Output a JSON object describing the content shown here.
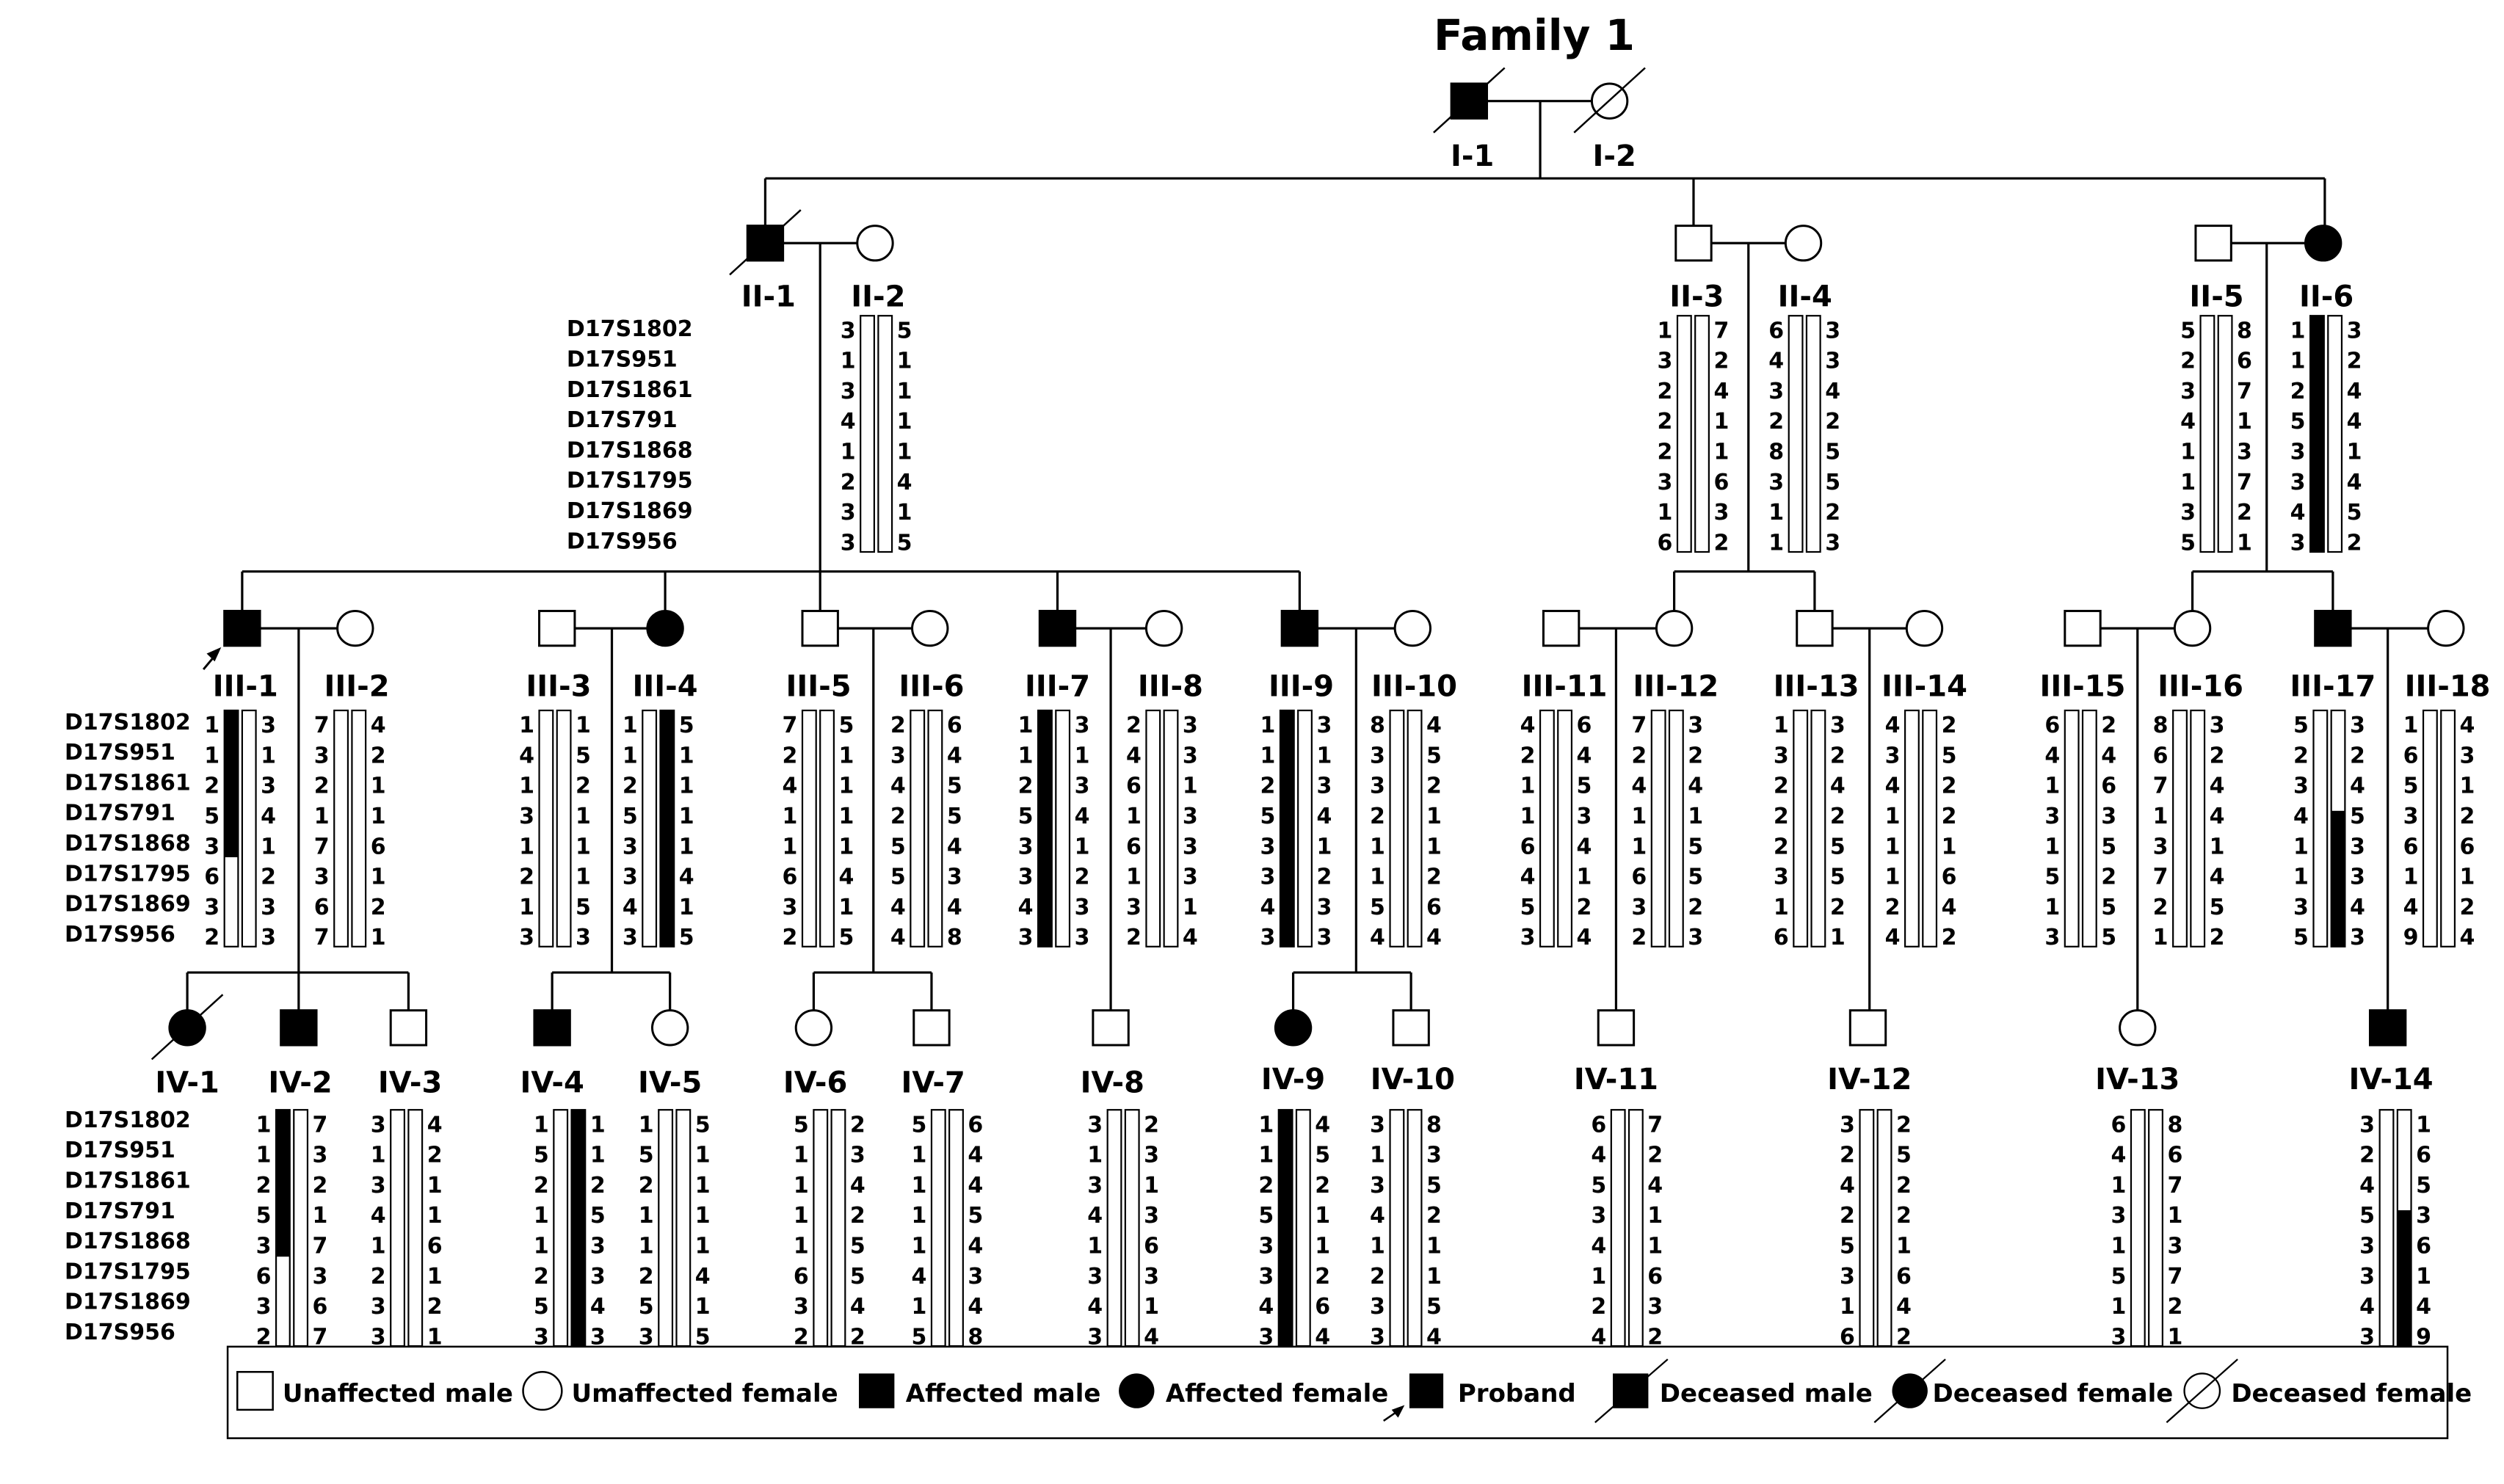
{
  "title": "Family 1",
  "markers": [
    "D17S1802",
    "D17S951",
    "D17S1861",
    "D17S791",
    "D17S1868",
    "D17S1795",
    "D17S1869",
    "D17S956"
  ],
  "individuals": [
    {
      "id": "I-1",
      "sex": "male",
      "affected": true,
      "deceased": true
    },
    {
      "id": "I-2",
      "sex": "female",
      "affected": false,
      "deceased": true
    },
    {
      "id": "II-1",
      "sex": "male",
      "affected": true,
      "deceased": true
    },
    {
      "id": "II-2",
      "sex": "female",
      "affected": false,
      "haplotypes": [
        [
          "3",
          "1",
          "3",
          "4",
          "1",
          "2",
          "3",
          "3"
        ],
        [
          "5",
          "1",
          "1",
          "1",
          "1",
          "4",
          "1",
          "5"
        ]
      ]
    },
    {
      "id": "II-3",
      "sex": "male",
      "affected": false,
      "haplotypes": [
        [
          "1",
          "3",
          "2",
          "2",
          "2",
          "3",
          "1",
          "6"
        ],
        [
          "7",
          "2",
          "4",
          "1",
          "1",
          "6",
          "3",
          "2"
        ]
      ]
    },
    {
      "id": "II-4",
      "sex": "female",
      "affected": false,
      "haplotypes": [
        [
          "6",
          "4",
          "3",
          "2",
          "8",
          "3",
          "1",
          "1"
        ],
        [
          "3",
          "3",
          "4",
          "2",
          "5",
          "5",
          "2",
          "3"
        ]
      ]
    },
    {
      "id": "II-5",
      "sex": "male",
      "affected": false,
      "haplotypes": [
        [
          "5",
          "2",
          "3",
          "4",
          "1",
          "1",
          "3",
          "5"
        ],
        [
          "8",
          "6",
          "7",
          "1",
          "3",
          "7",
          "2",
          "1"
        ]
      ]
    },
    {
      "id": "II-6",
      "sex": "female",
      "affected": true,
      "haplotypes": [
        [
          "1",
          "1",
          "2",
          "5",
          "3",
          "3",
          "4",
          "3"
        ],
        [
          "3",
          "2",
          "4",
          "4",
          "1",
          "4",
          "5",
          "2"
        ]
      ]
    },
    {
      "id": "III-1",
      "sex": "male",
      "affected": true,
      "proband": true,
      "haplotypes": [
        [
          "1",
          "1",
          "2",
          "5",
          "3",
          "6",
          "3",
          "2"
        ],
        [
          "3",
          "1",
          "3",
          "4",
          "1",
          "2",
          "3",
          "3"
        ]
      ]
    },
    {
      "id": "III-2",
      "sex": "female",
      "affected": false,
      "haplotypes": [
        [
          "7",
          "3",
          "2",
          "1",
          "7",
          "3",
          "6",
          "7"
        ],
        [
          "4",
          "2",
          "1",
          "1",
          "6",
          "1",
          "2",
          "1"
        ]
      ]
    },
    {
      "id": "III-3",
      "sex": "male",
      "affected": false,
      "haplotypes": [
        [
          "1",
          "4",
          "1",
          "3",
          "1",
          "2",
          "1",
          "3"
        ],
        [
          "1",
          "5",
          "2",
          "1",
          "1",
          "1",
          "5",
          "3"
        ]
      ]
    },
    {
      "id": "III-4",
      "sex": "female",
      "affected": true,
      "haplotypes": [
        [
          "1",
          "1",
          "2",
          "5",
          "3",
          "3",
          "4",
          "3"
        ],
        [
          "5",
          "1",
          "1",
          "1",
          "1",
          "4",
          "1",
          "5"
        ]
      ]
    },
    {
      "id": "III-5",
      "sex": "male",
      "affected": false,
      "haplotypes": [
        [
          "7",
          "2",
          "4",
          "1",
          "1",
          "6",
          "3",
          "2"
        ],
        [
          "5",
          "1",
          "1",
          "1",
          "1",
          "4",
          "1",
          "5"
        ]
      ]
    },
    {
      "id": "III-6",
      "sex": "female",
      "affected": false,
      "haplotypes": [
        [
          "2",
          "3",
          "4",
          "2",
          "5",
          "5",
          "4",
          "4"
        ],
        [
          "6",
          "4",
          "5",
          "5",
          "4",
          "3",
          "4",
          "8"
        ]
      ]
    },
    {
      "id": "III-7",
      "sex": "male",
      "affected": true,
      "haplotypes": [
        [
          "1",
          "1",
          "2",
          "5",
          "3",
          "3",
          "4",
          "3"
        ],
        [
          "3",
          "1",
          "3",
          "4",
          "1",
          "2",
          "3",
          "3"
        ]
      ]
    },
    {
      "id": "III-8",
      "sex": "female",
      "affected": false,
      "haplotypes": [
        [
          "2",
          "4",
          "6",
          "1",
          "6",
          "1",
          "3",
          "2"
        ],
        [
          "3",
          "3",
          "1",
          "3",
          "3",
          "3",
          "1",
          "4"
        ]
      ]
    },
    {
      "id": "III-9",
      "sex": "male",
      "affected": true,
      "haplotypes": [
        [
          "1",
          "1",
          "2",
          "5",
          "3",
          "3",
          "4",
          "3"
        ],
        [
          "3",
          "1",
          "3",
          "4",
          "1",
          "2",
          "3",
          "3"
        ]
      ]
    },
    {
      "id": "III-10",
      "sex": "female",
      "affected": false,
      "haplotypes": [
        [
          "8",
          "3",
          "3",
          "2",
          "1",
          "1",
          "5",
          "4"
        ],
        [
          "4",
          "5",
          "2",
          "1",
          "1",
          "2",
          "6",
          "4"
        ]
      ]
    },
    {
      "id": "III-11",
      "sex": "male",
      "affected": false,
      "haplotypes": [
        [
          "4",
          "2",
          "1",
          "1",
          "6",
          "4",
          "5",
          "3"
        ],
        [
          "6",
          "4",
          "5",
          "3",
          "4",
          "1",
          "2",
          "4"
        ]
      ]
    },
    {
      "id": "III-12",
      "sex": "female",
      "affected": false,
      "haplotypes": [
        [
          "7",
          "2",
          "4",
          "1",
          "1",
          "6",
          "3",
          "2"
        ],
        [
          "3",
          "2",
          "4",
          "1",
          "5",
          "5",
          "2",
          "3"
        ]
      ]
    },
    {
      "id": "III-13",
      "sex": "male",
      "affected": false,
      "haplotypes": [
        [
          "1",
          "3",
          "2",
          "2",
          "2",
          "3",
          "1",
          "6"
        ],
        [
          "3",
          "2",
          "4",
          "2",
          "5",
          "5",
          "2",
          "1"
        ]
      ]
    },
    {
      "id": "III-14",
      "sex": "female",
      "affected": false,
      "haplotypes": [
        [
          "4",
          "3",
          "4",
          "1",
          "1",
          "1",
          "2",
          "4"
        ],
        [
          "2",
          "5",
          "2",
          "2",
          "1",
          "6",
          "4",
          "2"
        ]
      ]
    },
    {
      "id": "III-15",
      "sex": "male",
      "affected": false,
      "haplotypes": [
        [
          "6",
          "4",
          "1",
          "3",
          "1",
          "5",
          "1",
          "3"
        ],
        [
          "2",
          "4",
          "6",
          "3",
          "5",
          "2",
          "5",
          "5"
        ]
      ]
    },
    {
      "id": "III-16",
      "sex": "female",
      "affected": false,
      "haplotypes": [
        [
          "8",
          "6",
          "7",
          "1",
          "3",
          "7",
          "2",
          "1"
        ],
        [
          "3",
          "2",
          "4",
          "4",
          "1",
          "4",
          "5",
          "2"
        ]
      ]
    },
    {
      "id": "III-17",
      "sex": "male",
      "affected": true,
      "haplotypes": [
        [
          "5",
          "2",
          "3",
          "4",
          "1",
          "1",
          "3",
          "5"
        ],
        [
          "3",
          "2",
          "4",
          "5",
          "3",
          "3",
          "4",
          "3"
        ]
      ]
    },
    {
      "id": "III-18",
      "sex": "female",
      "affected": false,
      "haplotypes": [
        [
          "1",
          "6",
          "5",
          "3",
          "6",
          "1",
          "4",
          "9"
        ],
        [
          "4",
          "3",
          "1",
          "2",
          "6",
          "1",
          "2",
          "4"
        ]
      ]
    },
    {
      "id": "IV-1",
      "sex": "female",
      "affected": true,
      "deceased": true
    },
    {
      "id": "IV-2",
      "sex": "male",
      "affected": true,
      "haplotypes": [
        [
          "1",
          "1",
          "2",
          "5",
          "3",
          "6",
          "3",
          "2"
        ],
        [
          "7",
          "3",
          "2",
          "1",
          "7",
          "3",
          "6",
          "7"
        ]
      ]
    },
    {
      "id": "IV-3",
      "sex": "male",
      "affected": false,
      "haplotypes": [
        [
          "3",
          "1",
          "3",
          "4",
          "1",
          "2",
          "3",
          "3"
        ],
        [
          "4",
          "2",
          "1",
          "1",
          "6",
          "1",
          "2",
          "1"
        ]
      ]
    },
    {
      "id": "IV-4",
      "sex": "male",
      "affected": true,
      "haplotypes": [
        [
          "1",
          "5",
          "2",
          "1",
          "1",
          "2",
          "5",
          "3"
        ],
        [
          "1",
          "1",
          "2",
          "5",
          "3",
          "3",
          "4",
          "3"
        ]
      ]
    },
    {
      "id": "IV-5",
      "sex": "female",
      "affected": false,
      "haplotypes": [
        [
          "1",
          "5",
          "2",
          "1",
          "1",
          "2",
          "5",
          "3"
        ],
        [
          "5",
          "1",
          "1",
          "1",
          "1",
          "4",
          "1",
          "5"
        ]
      ]
    },
    {
      "id": "IV-6",
      "sex": "female",
      "affected": false,
      "haplotypes": [
        [
          "5",
          "1",
          "1",
          "1",
          "1",
          "6",
          "3",
          "2"
        ],
        [
          "2",
          "3",
          "4",
          "2",
          "5",
          "5",
          "4",
          "2"
        ]
      ]
    },
    {
      "id": "IV-7",
      "sex": "male",
      "affected": false,
      "haplotypes": [
        [
          "5",
          "1",
          "1",
          "1",
          "1",
          "4",
          "1",
          "5"
        ],
        [
          "6",
          "4",
          "4",
          "5",
          "4",
          "3",
          "4",
          "8"
        ]
      ]
    },
    {
      "id": "IV-8",
      "sex": "male",
      "affected": false,
      "haplotypes": [
        [
          "3",
          "1",
          "3",
          "4",
          "1",
          "3",
          "4",
          "3"
        ],
        [
          "2",
          "3",
          "1",
          "3",
          "6",
          "3",
          "1",
          "4"
        ]
      ]
    },
    {
      "id": "IV-9",
      "sex": "female",
      "affected": true,
      "haplotypes": [
        [
          "1",
          "1",
          "2",
          "5",
          "3",
          "3",
          "4",
          "3"
        ],
        [
          "4",
          "5",
          "2",
          "1",
          "1",
          "2",
          "6",
          "4"
        ]
      ]
    },
    {
      "id": "IV-10",
      "sex": "male",
      "affected": false,
      "haplotypes": [
        [
          "3",
          "1",
          "3",
          "4",
          "1",
          "2",
          "3",
          "3"
        ],
        [
          "8",
          "3",
          "5",
          "2",
          "1",
          "1",
          "5",
          "4"
        ]
      ]
    },
    {
      "id": "IV-11",
      "sex": "male",
      "affected": false,
      "haplotypes": [
        [
          "6",
          "4",
          "5",
          "3",
          "4",
          "1",
          "2",
          "4"
        ],
        [
          "7",
          "2",
          "4",
          "1",
          "1",
          "6",
          "3",
          "2"
        ]
      ]
    },
    {
      "id": "IV-12",
      "sex": "male",
      "affected": false,
      "haplotypes": [
        [
          "3",
          "2",
          "4",
          "2",
          "5",
          "3",
          "1",
          "6"
        ],
        [
          "2",
          "5",
          "2",
          "2",
          "1",
          "6",
          "4",
          "2"
        ]
      ]
    },
    {
      "id": "IV-13",
      "sex": "female",
      "affected": false,
      "haplotypes": [
        [
          "6",
          "4",
          "1",
          "3",
          "1",
          "5",
          "1",
          "3"
        ],
        [
          "8",
          "6",
          "7",
          "1",
          "3",
          "7",
          "2",
          "1"
        ]
      ]
    },
    {
      "id": "IV-14",
      "sex": "male",
      "affected": true,
      "haplotypes": [
        [
          "3",
          "2",
          "4",
          "5",
          "3",
          "3",
          "4",
          "3"
        ],
        [
          "1",
          "6",
          "5",
          "3",
          "6",
          "1",
          "4",
          "9"
        ]
      ]
    }
  ],
  "legend": [
    {
      "symbol": "unaffected-male",
      "label": "Unaffected male"
    },
    {
      "symbol": "unaffected-female",
      "label": "Umaffected female"
    },
    {
      "symbol": "affected-male",
      "label": "Affected male"
    },
    {
      "symbol": "affected-female",
      "label": "Affected female"
    },
    {
      "symbol": "proband",
      "label": "Proband"
    },
    {
      "symbol": "deceased-male",
      "label": "Deceased male"
    },
    {
      "symbol": "deceased-female",
      "label": "Deceased female"
    },
    {
      "symbol": "deceased-female-unaffected",
      "label": "Deceased female"
    }
  ]
}
